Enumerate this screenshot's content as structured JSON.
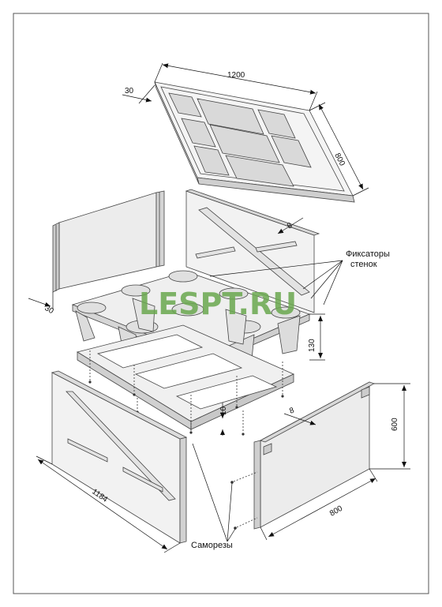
{
  "watermark": "LESPT.RU",
  "dimensions": {
    "lid_length": "1200",
    "lid_width": "800",
    "lid_rim": "30",
    "side_rib": "8",
    "left_panel_thickness": "30",
    "pallet_height": "130",
    "base_thickness": "10",
    "front_panel_thickness": "8",
    "panel_height": "600",
    "long_panel_length": "1184",
    "short_panel_length": "800"
  },
  "callouts": {
    "fixators_line1": "Фиксаторы",
    "fixators_line2": "стенок",
    "screws": "Саморезы"
  }
}
